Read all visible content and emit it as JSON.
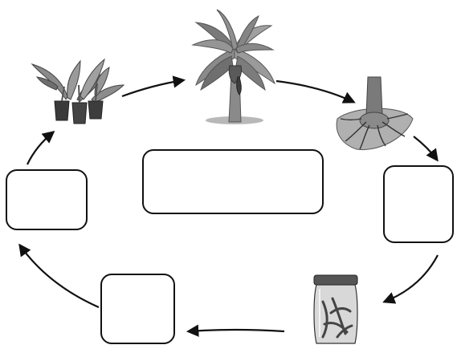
{
  "diagram": {
    "type": "cycle",
    "stages": [
      {
        "id": "potted-seedlings",
        "icon": "potted-seedlings-icon",
        "label": ""
      },
      {
        "id": "banana-tree",
        "icon": "banana-tree-icon",
        "label": ""
      },
      {
        "id": "rhizome",
        "icon": "rhizome-roots-icon",
        "label": ""
      },
      {
        "id": "blank-right",
        "label": ""
      },
      {
        "id": "tissue-culture-jar",
        "icon": "culture-jar-icon",
        "label": ""
      },
      {
        "id": "blank-bottom",
        "label": ""
      },
      {
        "id": "blank-left",
        "label": ""
      }
    ],
    "center_box": {
      "label": ""
    },
    "colors": {
      "stroke": "#111111",
      "leaf": "#8a8a8a",
      "leaf_dark": "#555555",
      "soil": "#9a9a9a",
      "background": "#ffffff"
    }
  }
}
